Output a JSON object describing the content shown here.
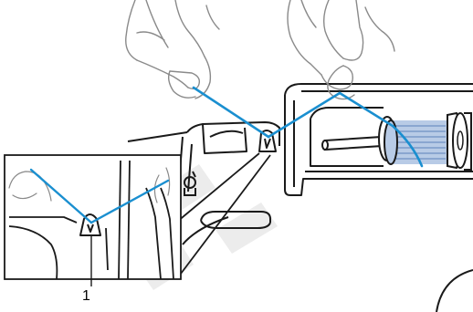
{
  "callout": {
    "label": "1"
  },
  "colors": {
    "thread": "#1a8fd0",
    "spool_thread": "#b8cbe6",
    "spool_stripe": "#6f8fc2",
    "line_art": "#1a1a1a",
    "hand_line": "#8a8a8a",
    "watermark": "#e8e8e8"
  },
  "icons": {
    "hands": "pinching-hand-line-art",
    "spool": "thread-spool",
    "guide": "thread-guide"
  }
}
